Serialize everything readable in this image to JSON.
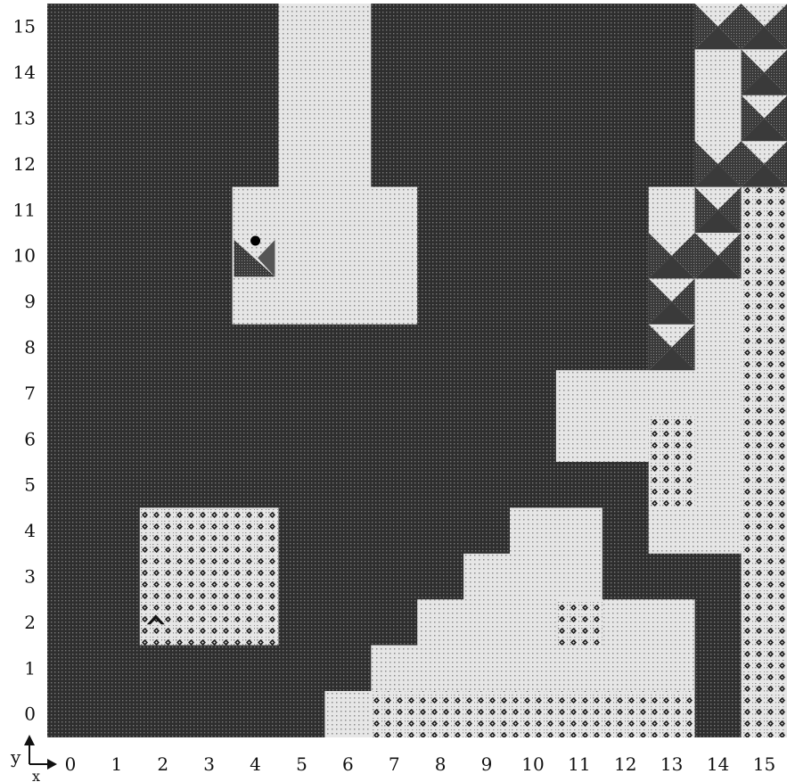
{
  "grid": {
    "cols": 16,
    "rows": 16,
    "x_labels": [
      "0",
      "1",
      "2",
      "3",
      "4",
      "5",
      "6",
      "7",
      "8",
      "9",
      "10",
      "11",
      "12",
      "13",
      "14",
      "15"
    ],
    "y_labels": [
      "15",
      "14",
      "13",
      "12",
      "11",
      "10",
      "9",
      "8",
      "7",
      "6",
      "5",
      "4",
      "3",
      "2",
      "1",
      "0"
    ],
    "axis_y_label": "y",
    "axis_x_label": "x",
    "tiles_top_to_bottom": [
      "DDDDDLLDDDDDDDLK",
      "DDDDDLLDDDDDDDLK",
      "DDDDDLLDDDDDDDLK",
      "DDDDDLLDDDDDDDLK",
      "DDDDLLLLDDDDDLLF",
      "DDDDLTLLDDDDDLLF",
      "DDDDLLLLDDDDDLLF",
      "DDDDDDDDDDDDDLLF",
      "DDDDDDDDDDDLLLLF",
      "DDDDDDDDDDDLLFLF",
      "DDDDDDDDDDDDDFLF",
      "DDFFFDDDDDLLDLLF",
      "DDFFFDDDDLLLDDDF",
      "DDFFFDDDLLLFLLDF",
      "DDDDDDDLLLLLLLDF",
      "DDDDDDLFFFFFFFDF"
    ],
    "triangle_cells": [
      {
        "col": 14,
        "row": 15
      },
      {
        "col": 15,
        "row": 15
      },
      {
        "col": 15,
        "row": 14
      },
      {
        "col": 15,
        "row": 13
      },
      {
        "col": 14,
        "row": 12
      },
      {
        "col": 15,
        "row": 12
      },
      {
        "col": 14,
        "row": 11
      },
      {
        "col": 13,
        "row": 10
      },
      {
        "col": 14,
        "row": 10
      },
      {
        "col": 13,
        "row": 9
      },
      {
        "col": 13,
        "row": 8
      }
    ],
    "agent": {
      "col": 4,
      "row": 10,
      "icon": "agent-dot-icon"
    },
    "marker": {
      "col": 2,
      "row": 2,
      "icon": "caret-up-icon"
    }
  },
  "colors": {
    "dark_fill": "#2e2e2e",
    "dark_dot": "#7a7a7a",
    "light_fill": "#e6e6e6",
    "light_dot": "#8c8c8c",
    "diamond": "#1a1a1a",
    "triangle_dark": "#3a3a3a",
    "text": "#111111"
  }
}
